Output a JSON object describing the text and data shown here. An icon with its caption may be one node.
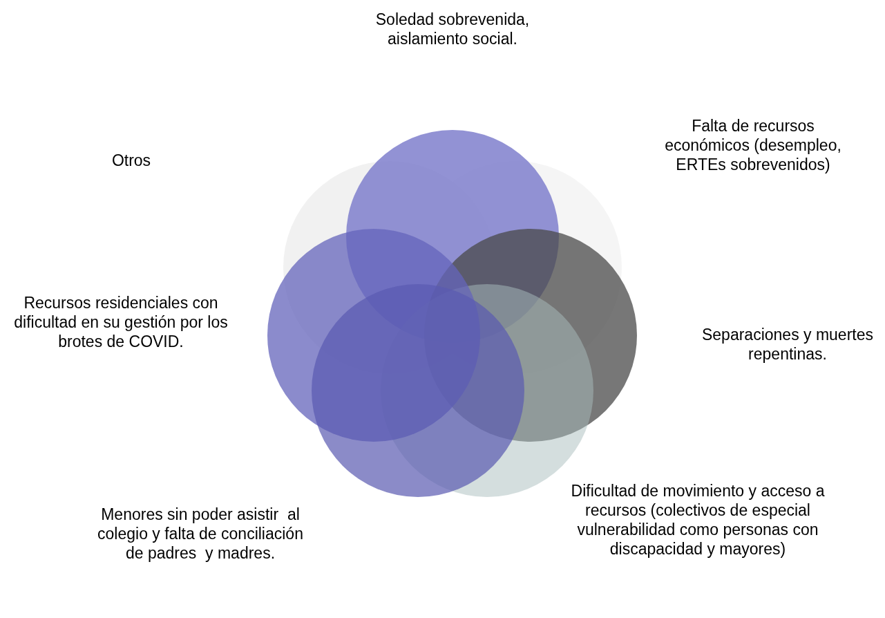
{
  "diagram": {
    "nodes": [
      {
        "text": [],
        "shape": "circle"
      },
      {
        "text": [],
        "shape": "circle"
      },
      {
        "text": [],
        "shape": "circle"
      },
      {
        "text": [],
        "shape": "circle"
      },
      {
        "text": [],
        "shape": "circle"
      },
      {
        "text": [],
        "shape": "circle"
      },
      {
        "text": [],
        "shape": "circle"
      }
    ],
    "edges": [],
    "labels": [
      "Soledad sobrevenida, aislamiento social.",
      "Otros",
      "Falta de recursos económicos (desempleo, ERTEs sobrevenidos)",
      "Recursos residenciales con dificultad en su gestión por los brotes de COVID.",
      "Separaciones y muertes repentinas.",
      "Menores sin poder asistir  al colegio y falta de conciliación de padres  y madres.",
      "Dificultad de movimiento y acceso a recursos (colectivos de especial vulnerabilidad como personas con discapacidad y mayores)"
    ]
  }
}
